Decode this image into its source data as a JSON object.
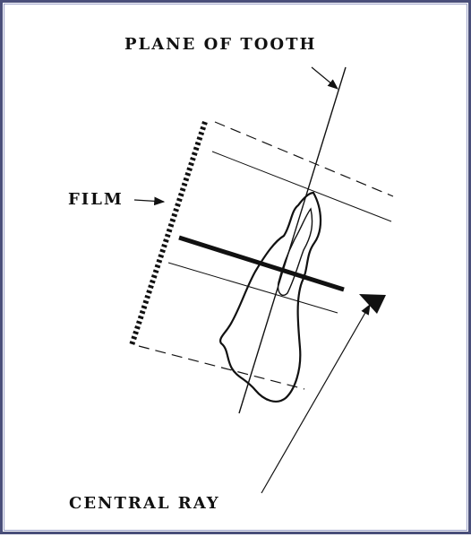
{
  "labels": {
    "plane_of_tooth": "PLANE OF TOOTH",
    "film": "FILM",
    "central_ray": "CENTRAL RAY"
  },
  "colors": {
    "border": "#4a4f7a",
    "ink": "#111111",
    "background": "#ffffff"
  }
}
